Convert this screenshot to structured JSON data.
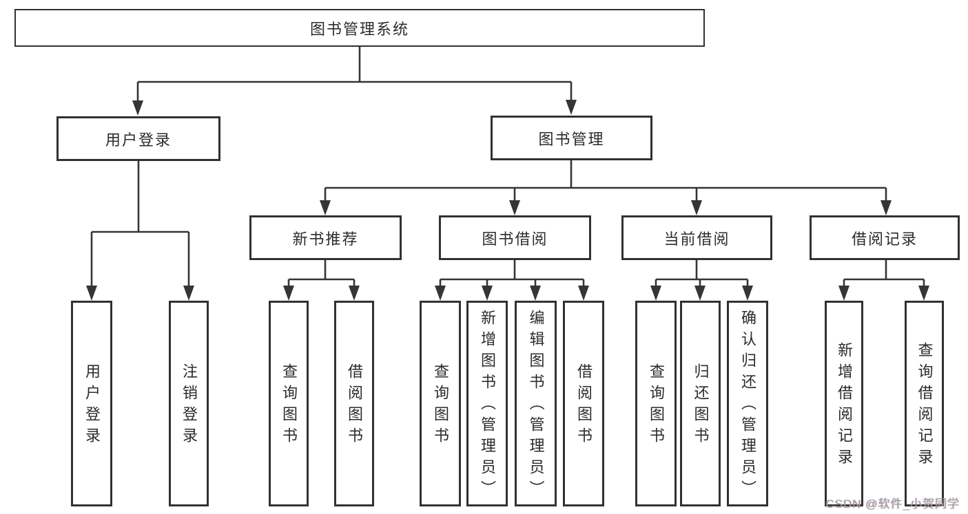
{
  "diagram": {
    "root": "图书管理系统",
    "branches": [
      {
        "label": "用户登录",
        "children": [
          {
            "label": "用户登录"
          },
          {
            "label": "注销登录"
          }
        ]
      },
      {
        "label": "图书管理",
        "children": [
          {
            "label": "新书推荐",
            "children": [
              {
                "label": "查询图书"
              },
              {
                "label": "借阅图书"
              }
            ]
          },
          {
            "label": "图书借阅",
            "children": [
              {
                "label": "查询图书"
              },
              {
                "label": "新增图书（管理员）"
              },
              {
                "label": "编辑图书（管理员）"
              },
              {
                "label": "借阅图书"
              }
            ]
          },
          {
            "label": "当前借阅",
            "children": [
              {
                "label": "查询图书"
              },
              {
                "label": "归还图书"
              },
              {
                "label": "确认归还（管理员）"
              }
            ]
          },
          {
            "label": "借阅记录",
            "children": [
              {
                "label": "新增借阅记录"
              },
              {
                "label": "查询借阅记录"
              }
            ]
          }
        ]
      }
    ]
  },
  "watermark": {
    "text": "CSDN @软件_小贺同学"
  },
  "colors": {
    "line": "#353535",
    "text": "#2b2b2b",
    "watermark": "#9b9b9b",
    "background": "#ffffff"
  }
}
